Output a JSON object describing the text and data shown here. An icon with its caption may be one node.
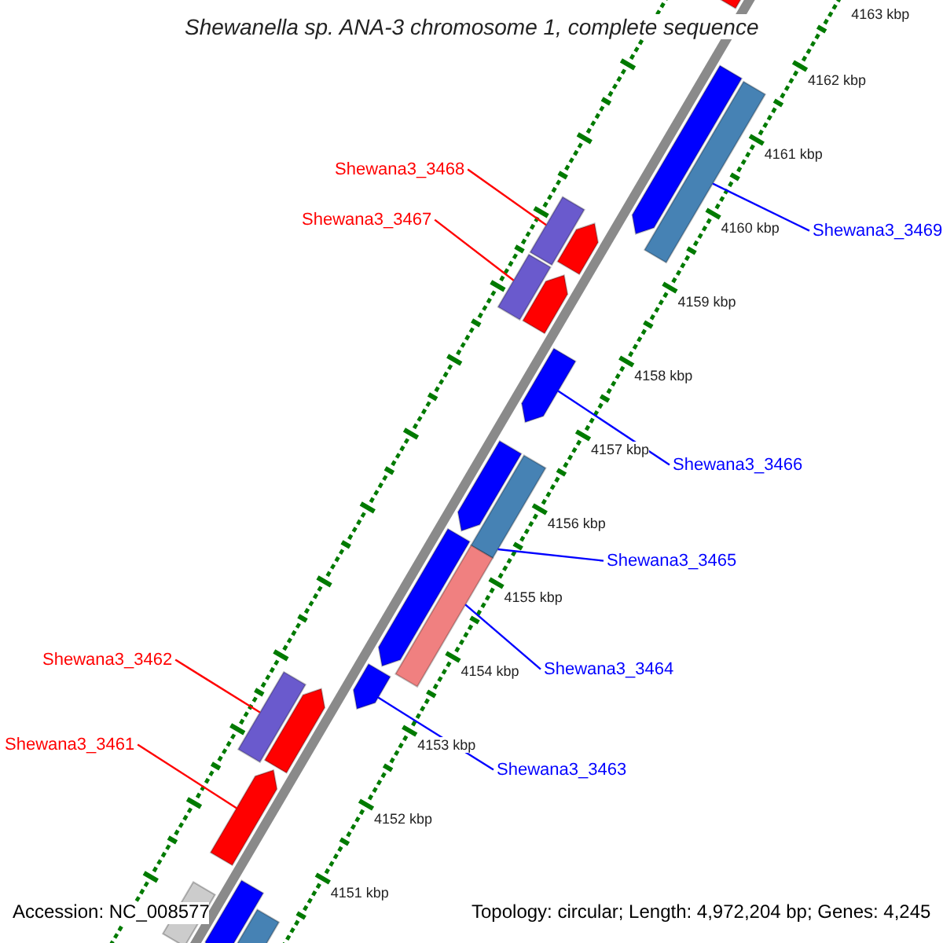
{
  "diagram": {
    "title": "Shewanella sp. ANA-3 chromosome 1, complete sequence",
    "nodes": [
      {
        "text": [
          "Shewana3_3468"
        ]
      },
      {
        "text": [
          "Shewana3_3467"
        ]
      },
      {
        "text": [
          "Shewana3_3469"
        ]
      },
      {
        "text": [
          "Shewana3_3466"
        ]
      },
      {
        "text": [
          "Shewana3_3465"
        ]
      },
      {
        "text": [
          "Shewana3_3462"
        ]
      },
      {
        "text": [
          "Shewana3_3464"
        ]
      },
      {
        "text": [
          "Shewana3_3461"
        ]
      },
      {
        "text": [
          "Shewana3_3463"
        ]
      },
      {
        "text": [],
        "shape": "arrow"
      },
      {
        "text": [],
        "shape": "arrow"
      },
      {
        "text": [],
        "shape": "bar"
      },
      {
        "text": [],
        "shape": "bar"
      },
      {
        "text": [],
        "shape": "arrow"
      },
      {
        "text": [],
        "shape": "bar"
      },
      {
        "text": [],
        "shape": "arrow"
      },
      {
        "text": [],
        "shape": "arrow"
      },
      {
        "text": [],
        "shape": "arrow"
      },
      {
        "text": [],
        "shape": "bar"
      },
      {
        "text": [],
        "shape": "arrow"
      },
      {
        "text": [],
        "shape": "bar"
      },
      {
        "text": [],
        "shape": "arrow"
      },
      {
        "text": [],
        "shape": "bar"
      },
      {
        "text": [],
        "shape": "arrow"
      },
      {
        "text": [],
        "shape": "arrow"
      },
      {
        "text": [],
        "shape": "arrow"
      },
      {
        "text": [],
        "shape": "bar"
      },
      {
        "text": [],
        "shape": "bar"
      }
    ],
    "edges": [
      {
        "from": 0,
        "to": 12,
        "arrow": "none",
        "color": "#ff0000"
      },
      {
        "from": 1,
        "to": 14,
        "arrow": "none",
        "color": "#ff0000"
      },
      {
        "from": 2,
        "to": 11,
        "arrow": "none"
      },
      {
        "from": 3,
        "to": 16,
        "arrow": "none"
      },
      {
        "from": 4,
        "to": 18,
        "arrow": "none"
      },
      {
        "from": 5,
        "to": 22,
        "arrow": "none",
        "color": "#ff0000"
      },
      {
        "from": 6,
        "to": 20,
        "arrow": "none"
      },
      {
        "from": 7,
        "to": 24,
        "arrow": "none",
        "color": "#ff0000"
      },
      {
        "from": 8,
        "to": 21,
        "arrow": "none"
      }
    ],
    "labels": [
      "4163 kbp",
      "4162 kbp",
      "4161 kbp",
      "4160 kbp",
      "4159 kbp",
      "4158 kbp",
      "4157 kbp",
      "4156 kbp",
      "4155 kbp",
      "4154 kbp",
      "4153 kbp",
      "4152 kbp",
      "4151 kbp",
      "Accession: NC_008577",
      "Topology: circular; Length: 4,972,204 bp; Genes: 4,245"
    ]
  }
}
